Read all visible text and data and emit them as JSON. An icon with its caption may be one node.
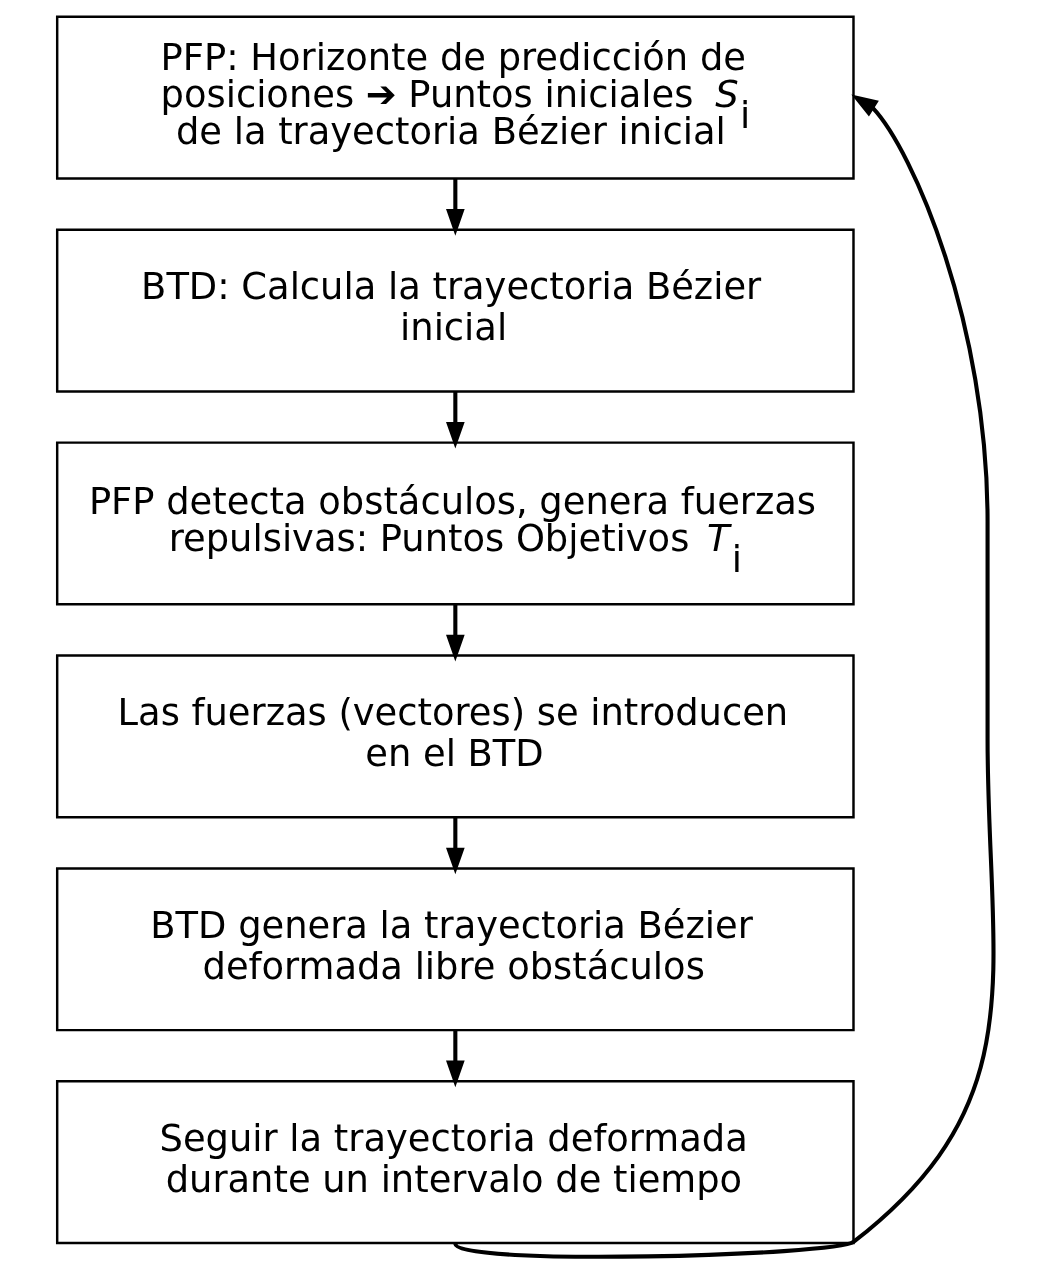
{
  "diagram": {
    "nodes": [
      {
        "text": [
          "PFP: Horizonte de predicción de posiciones ➔ Puntos iniciales *S*$_{i}$ de la trayectoria Bézier inicial"
        ]
      },
      {
        "text": [
          "BTD: Calcula la trayectoria Bézier inicial"
        ]
      },
      {
        "text": [
          "PFP detecta obstáculos, genera fuerzas repulsivas: Puntos Objetivos *T*$_{i}$"
        ]
      },
      {
        "text": [
          "Las fuerzas (vectores) se introducen en el BTD"
        ]
      },
      {
        "text": [
          "BTD genera la trayectoria Bézier deformada libre obstáculos"
        ]
      },
      {
        "text": [
          "Seguir la trayectoria deformada durante un intervalo de tiempo"
        ]
      }
    ],
    "edges": [
      {
        "from": 0,
        "to": 1,
        "arrow": "to"
      },
      {
        "from": 1,
        "to": 2,
        "arrow": "to"
      },
      {
        "from": 2,
        "to": 3,
        "arrow": "to"
      },
      {
        "from": 3,
        "to": 4,
        "arrow": "to"
      },
      {
        "from": 4,
        "to": 5,
        "arrow": "to"
      },
      {
        "from": 5,
        "to": 0,
        "arrow": "to"
      }
    ]
  }
}
